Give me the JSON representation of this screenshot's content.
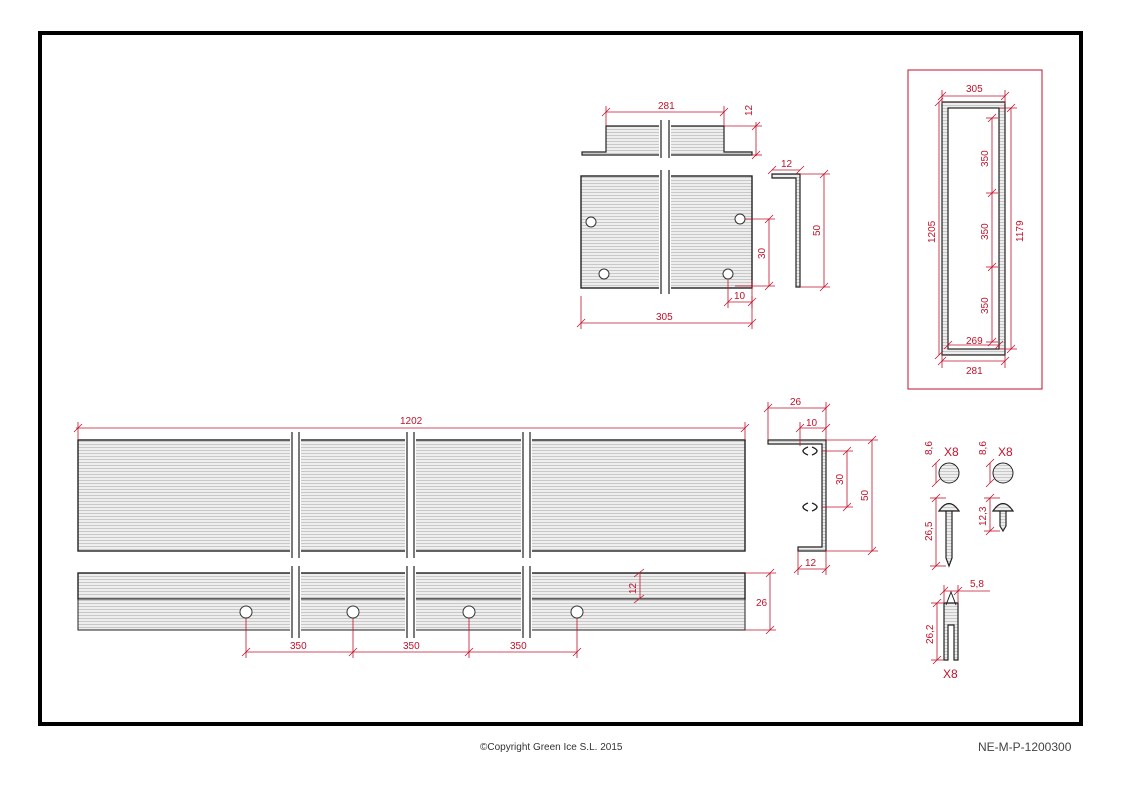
{
  "footer": {
    "copyright": "©Copyright Green Ice S.L. 2015",
    "drawing_code": "NE-M-P-1200300"
  },
  "top_bracket": {
    "width_top": "281",
    "lip_height": "12",
    "side_lip": "12",
    "hole_spacing": "30",
    "hole_edge": "10",
    "height": "50",
    "width_bottom": "305"
  },
  "frame": {
    "width_top": "305",
    "outer_height": "1205",
    "inner_height": "1179",
    "segments": [
      "350",
      "350",
      "350"
    ],
    "inner_width": "269",
    "width_bottom": "281"
  },
  "long_profile": {
    "length": "1202",
    "flange_depth": "26",
    "clip_offset": "10",
    "clip_spacing": "30",
    "height": "50",
    "lip": "12",
    "side_lip": "12",
    "side_depth": "26",
    "hole_spacing": [
      "350",
      "350",
      "350"
    ]
  },
  "hardware": {
    "screw_a": {
      "qty": "X8",
      "head": "8,6",
      "length": "26,5"
    },
    "screw_b": {
      "qty": "X8",
      "head": "8,6",
      "length": "12,3"
    },
    "plug": {
      "qty": "X8",
      "diameter": "5,8",
      "length": "26,2"
    }
  },
  "colors": {
    "dimension": "#c0122b",
    "frame": "#000000",
    "hatch": "#bdbdbd"
  }
}
